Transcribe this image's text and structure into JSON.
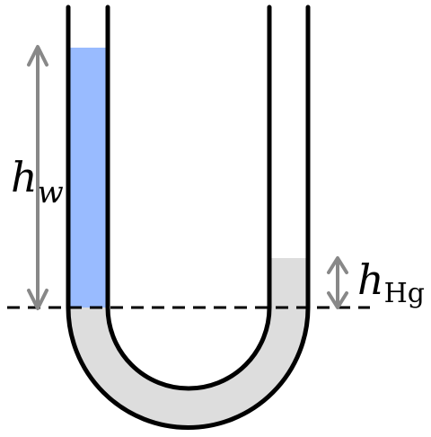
{
  "labels": {
    "water_height_symbol": "h",
    "water_height_subscript": "w",
    "mercury_height_symbol": "h",
    "mercury_height_subscript": "Hg"
  },
  "colors": {
    "water": "#99bbff",
    "mercury": "#dddddd",
    "tube_wall": "#000000",
    "arrow": "#888888",
    "reference_line": "#000000",
    "background": "#ffffff"
  }
}
